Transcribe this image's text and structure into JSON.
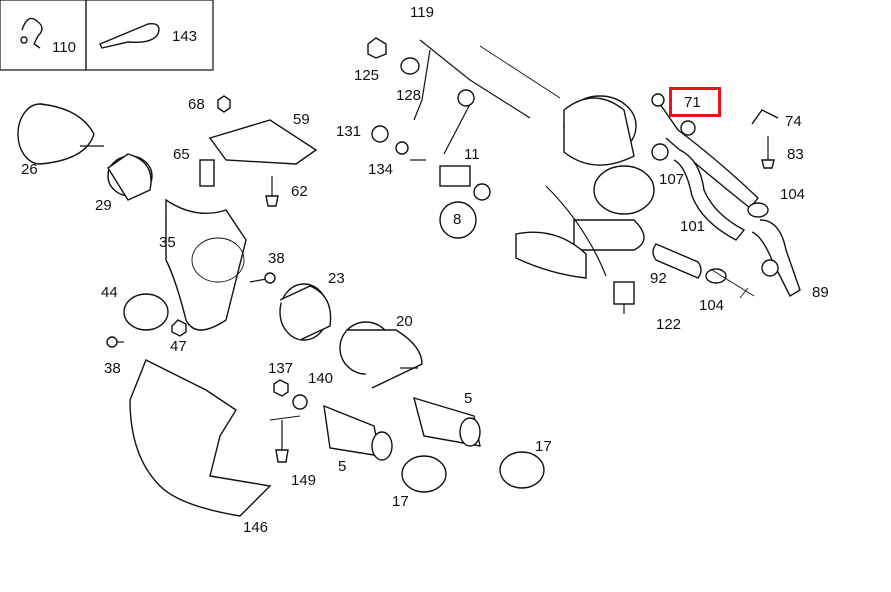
{
  "callout_labels": [
    "110",
    "143",
    "119",
    "125",
    "128",
    "68",
    "59",
    "131",
    "134",
    "11",
    "65",
    "62",
    "26",
    "29",
    "35",
    "8",
    "38",
    "23",
    "44",
    "47",
    "20",
    "137",
    "140",
    "149",
    "5",
    "146",
    "17",
    "71",
    "74",
    "83",
    "107",
    "104",
    "101",
    "92",
    "89",
    "122"
  ],
  "highlight": {
    "label": "71",
    "color": "#e8141b"
  }
}
